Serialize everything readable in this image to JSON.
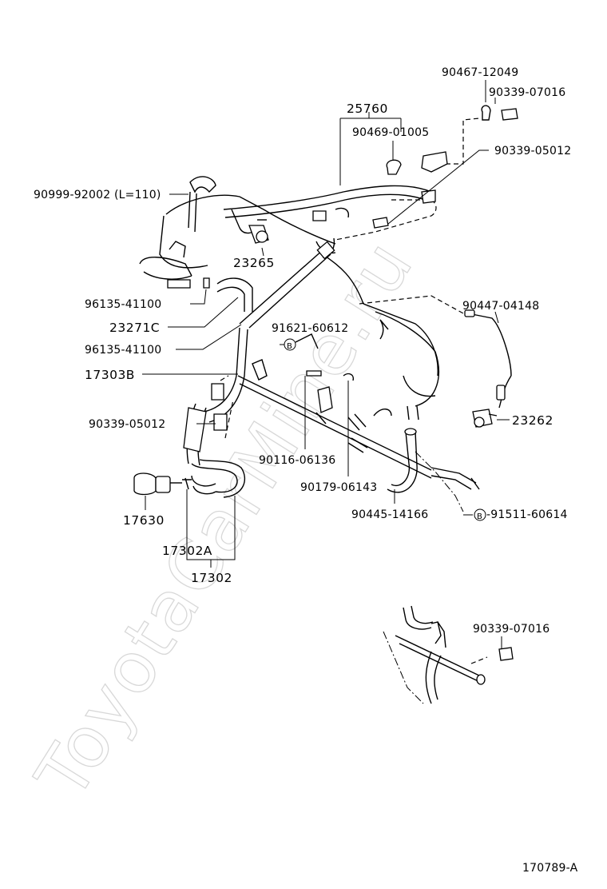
{
  "watermark": "ToyotaCarMine.ru",
  "diagram_code": "170789-A",
  "labels": {
    "p25760": "25760",
    "p90467": "90467-12049",
    "p90339_07016_top": "90339-07016",
    "p90469": "90469-01005",
    "p90339_05012_top": "90339-05012",
    "p90999": "90999-92002 (L=110)",
    "p23265": "23265",
    "p96135_a": "96135-41100",
    "p23271c": "23271C",
    "p96135_b": "96135-41100",
    "p91621": "91621-60612",
    "p17303b": "17303B",
    "p90447": "90447-04148",
    "p90339_05012_mid": "90339-05012",
    "p23262": "23262",
    "p90116": "90116-06136",
    "p90179": "90179-06143",
    "p90445": "90445-14166",
    "p91511": "-91511-60614",
    "p17630": "17630",
    "p17302a": "17302A",
    "p17302": "17302",
    "p90339_07016_bot": "90339-07016",
    "b_mark_1": "B",
    "b_mark_2": "B"
  }
}
